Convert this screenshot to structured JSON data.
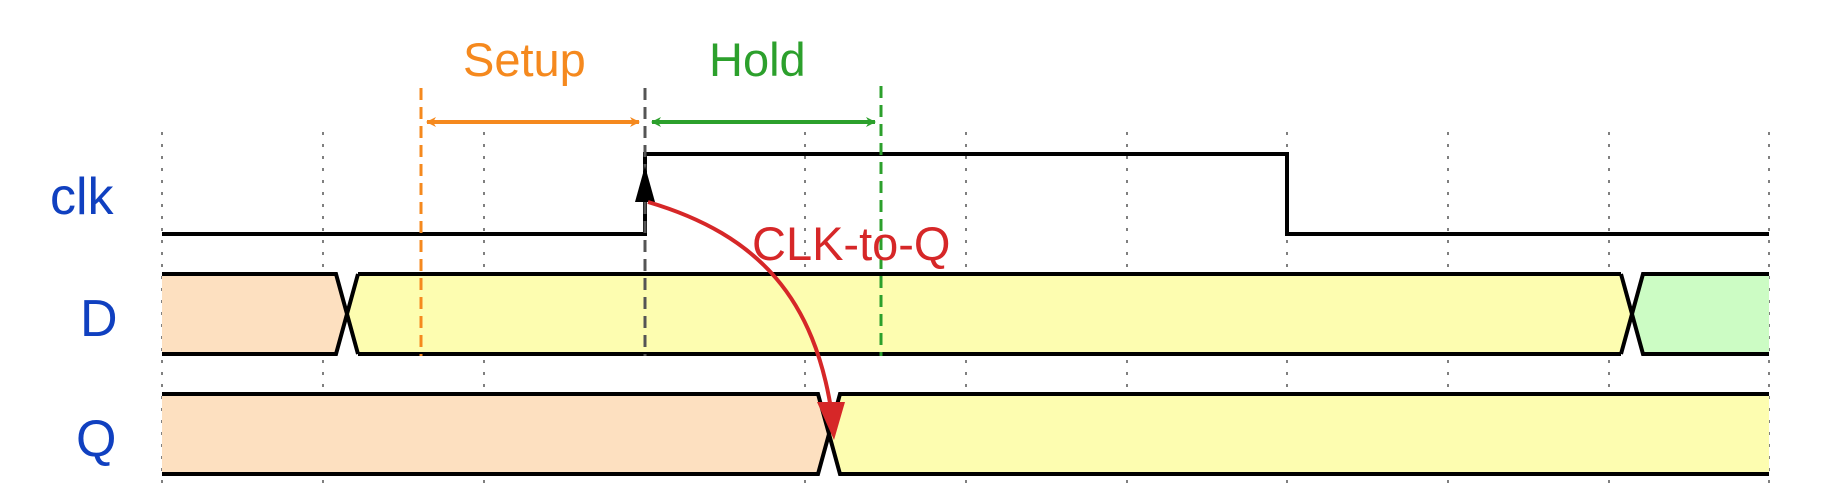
{
  "signals": {
    "clk": "clk",
    "d": "D",
    "q": "Q"
  },
  "annotations": {
    "setup": "Setup",
    "hold": "Hold",
    "clk_to_q": "CLK-to-Q"
  },
  "colors": {
    "signal_label": "#1040c0",
    "trace": "#000000",
    "grid": "#808080",
    "old_value_fill": "#fde0c0",
    "current_value_fill": "#fdfdb0",
    "next_value_fill": "#ccfcc4",
    "setup": "#f5891e",
    "hold": "#2ca02c",
    "clock_edge_marker": "#555555",
    "clk_to_q": "#d62728"
  }
}
